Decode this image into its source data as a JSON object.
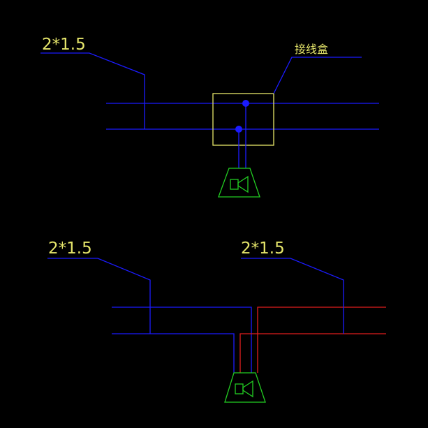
{
  "colors": {
    "background": "#000000",
    "wire": "#1b1bff",
    "wire_red": "#e01e1e",
    "box": "#e8e86a",
    "speaker": "#22cc22",
    "label": "#e6e66b"
  },
  "top_diagram": {
    "cable_label": "2*1.5",
    "junction_label": "接线盒"
  },
  "bottom_diagram": {
    "cable_label_left": "2*1.5",
    "cable_label_right": "2*1.5"
  },
  "icons": [
    "speaker-icon",
    "junction-box"
  ]
}
